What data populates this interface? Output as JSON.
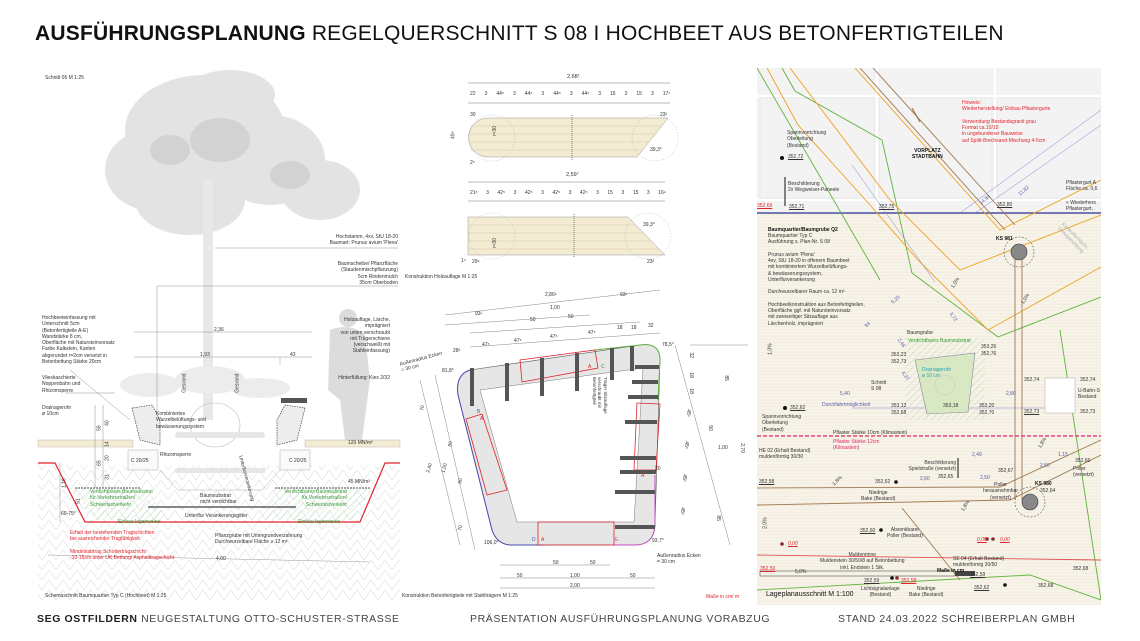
{
  "header": {
    "title_bold": "AUSFÜHRUNGSPLANUNG",
    "title_rest": "REGELQUERSCHNITT S 08  I  HOCHBEET AUS BETONFERTIGTEILEN"
  },
  "footer": {
    "client_bold": "SEG OSTFILDERN",
    "client_rest": "NEUGESTALTUNG OTTO-SCHUSTER-STRASSE",
    "center": "PRÄSENTATION AUSFÜHRUNGSPLANUNG VORABZUG",
    "right": "STAND 24.03.2022 SCHREIBERPLAN GMBH"
  },
  "colors": {
    "hochbeet_plank": "#f3ecd2",
    "substrate_green": "#3a9a3a",
    "warning_red": "#e0242c",
    "plan_bg": "#f7f3e8"
  },
  "section": {
    "heading": "Schnitt 06 M 1:25",
    "caption": "Schemaschnitt Baumquartier Typ C (Hochbeet)     M 1:25",
    "tree": "Hochstamm, 4xv, StU 18-20\nBaumart: Prunus avium 'Plena'",
    "baumscheibe": "Baumscheibe/ Pflanzfläche\n(Staudenmischpflanzung)\n5cm Rindenmulch\n35cm Oberboden",
    "einfassung": "Hochbeeteinfassung mit\nUnterschnitt 5cm\n(Betonfertigteile A-E)\nWandstärke 8 cm,\nOberfläche mit Natursteinvorsatz\nFarbe Kalkstein, Kanten\nabgerundet r=2cm versetzt in\nBetonbettung Stärke 20cm",
    "vlies": "Vlieskaschierte\nNoppenbahn und\nRhizomsperre",
    "drainage": "Drainagerohr\nø 10cm",
    "holzauflage": "Holzauflage, Lärche,\nimprägniert\nvon unten verschraubt\nmit Trägerschiene\n(verschweißt mit\nStahleinfassung)",
    "hinterfuellung": "Hinterfüllung: Kies 2/32",
    "dim_total": "2,36",
    "dim_inner": "1,93",
    "dim_seat": "43",
    "dim_base": "4,00",
    "gesrand": "Gesrand",
    "system": "Kombiniertes\nWurzelbelüftungs- und\nbewässerungssystem",
    "rhizom": "Rhizomsperre",
    "concrete": "C 20/25",
    "load_top": "120 MN/m²",
    "load_bottom": "45 MN/m²",
    "substrate": "Verdichtbares Baumsubstrat\nfür Verkehrsstraßen/\nSchwerlastverkehr",
    "substrate_soft": "Baumsubstrat\nnicht verdichtbar",
    "anchor": "Unterflur Verankerungsgitter",
    "einbau": "Einbau lagenweise",
    "angle": "60-75°",
    "erhalt": "Erhalt der bestehenden Tragschichten\nbei ausreichender Tragfähigkeit",
    "abtrag": "Mindestabtrag Schottertragschicht\n-10-15cm unter UK Bettung/ Asphalttragschicht",
    "pflanzgrube": "Pflanzgrube mit Untergrundverzahnung\nDurchwurzelbare Fläche  ≥ 12 m²",
    "unterflur_vert": "Unterflurverankerung",
    "dims_v": [
      "59",
      "40",
      "14",
      "20",
      "31",
      "65",
      "51",
      "1,16"
    ]
  },
  "holz": {
    "caption": "Konstruktion Holzauflage    M 1:25",
    "top_total": "2,68¹",
    "top_segments": [
      "22",
      "3",
      "44⁵",
      "3",
      "44⁵",
      "3",
      "44⁵",
      "3",
      "44⁵",
      "3",
      "15",
      "3",
      "15",
      "3",
      "17¹"
    ],
    "top_misc": [
      "30",
      "23²",
      "49⁸",
      "2⁵",
      "r=30",
      "39,3°"
    ],
    "bottom_total": "2,59⁷",
    "bottom_segments": [
      "21⁶",
      "3",
      "42⁵",
      "3",
      "42⁵",
      "3",
      "42⁵",
      "3",
      "42⁵",
      "3",
      "15",
      "3",
      "15",
      "3",
      "16⁹"
    ],
    "bottom_misc": [
      "1⁴",
      "29⁹",
      "23²",
      "r=30",
      "39,3°"
    ]
  },
  "beton": {
    "caption": "Konstruktion Betonfertigteile mit Stahlträgern     M 1:25",
    "units": "Maße in cm/ m",
    "top_dims": [
      "2,86²",
      "93¹",
      "1,00",
      "93¹",
      "50",
      "50",
      "28²",
      "47⁵",
      "47⁵",
      "47⁵",
      "47⁵",
      "18",
      "18",
      "32"
    ],
    "right_dims": [
      "2,70",
      "85",
      "1,00",
      "85",
      "32",
      "18",
      "18",
      "45⁵",
      "50",
      "45⁵",
      "45⁵",
      "45⁵",
      "20"
    ],
    "left_dims": [
      "2,40",
      "70",
      "1,00",
      "50",
      "50",
      "70"
    ],
    "bottom_dims": [
      "50",
      "50",
      "50",
      "1,00",
      "50",
      "2,00"
    ],
    "angles": [
      "81,8°",
      "78,5°",
      "106,0°",
      "93,7°"
    ],
    "radius_note": "Außenradius Ecken\n= 30 cm",
    "part_labels": [
      "A",
      "B",
      "C",
      "D",
      "E",
      "A",
      "A",
      "A"
    ],
    "traeger_note": "Träger Sitzauflage\nverschraubt mit\nBetonfertigteil"
  },
  "plan": {
    "caption": "Lageplanausschnitt M 1:100",
    "masse": "Maße in cm",
    "hinweis": "Hinweis:\nWiederherstellung/ Einbau Pflastergurte\n\nVerwendung Bestandsgranit grau\nFormat ca.10/10\nin ungebundener Bauweise\nauf Splitt-Brechsand-Mischung 4-5cm",
    "vorplatz": "VORPLATZ\nSTADTBAHN",
    "spann1": "Spannvorrichtung\nOberleitung\n(Bestand)",
    "beschilderung1": "Beschilderung\n2x Wegweiser-Paneele",
    "pflastergurt": "Pflastergurt A\nFläche ca. 0,6",
    "wiederher": "< Wiederhers\nPflastergurt, ",
    "baumquartier_title": "Baumquartier/Baumgrube Q2",
    "baumquartier": "Baumquartier Typ C\nAusführung s. Plan-Nr. S 08\n\nPrunus avium 'Plena'\n4xv, StU 18-20 in offenem Baumbeet\nmit kombiniertem Wurzelbelüftungs-\n& bewässerungssystem,\nUnterflurverankerung\n\nDurchwurzelbarer Raum ca. 12 m³\n\nHochbeetkonstruktion aus Betonfertigteilen,\nOberfläche ggf. mit Natursteinvorsatz\nmit zweiseitiger Sitzauflage aus\nLärchenholz, imprägniert",
    "ks981": "KS 981",
    "ks980": "KS 980",
    "baumgrube": "Baumgrube",
    "verdichtbar": "Verdichtbares Baumsubstrat",
    "drain": "Drainagerohr\nø 10 cm",
    "schnitt": "Schnitt\nS 08",
    "durchfahrt": "Durchfahrtmöglichkeit",
    "spann2": "Spannvorrichtung\nOberleitung\n(Bestand)",
    "pflaster10": "Pflaster Stärke 10cm (Klimastein)",
    "pflaster12": "Pflaster Stärke 12cm\n(Klimastein)",
    "he02": "HE 02 (Erhalt Bestand)\nmuldenförmig 30/30",
    "beschilderung2": "Beschilderung\nSpielstraße (versetzt)",
    "poller1": "Poller\nherausnehmbar\n(versetzt)",
    "poller2": "Poller\n(versetzt)",
    "bake1": "Niedrige\nBake (Bestand)",
    "absenk": "Absenkbarer\nPoller (Bestand)",
    "mulde": "Muldenrinne\nMuldenstein 30/50/8 auf Betonbettung\ninkl. Endstein 1 Stk.",
    "se04": "SE 04 (Erhalt Bestand)\nmuldenförmig 30/50",
    "lsa": "Lichtsignalanlage\n(Bestand)",
    "bake2": "Niedrige\nBake (Bestand)",
    "ubahn": "U-Bahn-S\nBestand",
    "kontrolle": "Kontrollschacht\nVerlegerichtung",
    "heights": [
      "352,72",
      "352,69",
      "352,71",
      "352,75",
      "352,80",
      "353,23",
      "352,73",
      "353,26",
      "352,76",
      "353,13",
      "352,68",
      "353,18",
      "353,20",
      "352,70",
      "352,74",
      "352,74",
      "352,73",
      "352,73",
      "352,62",
      "352,58",
      "352,62",
      "352,65",
      "352,67",
      "352,66",
      "352,64",
      "352,60",
      "0,00",
      "0,00",
      "0,00",
      "352,50",
      "352,59",
      "352,59",
      "352,58",
      "352,62",
      "352,68",
      "352,68"
    ],
    "dims": [
      "5,40",
      "2,80",
      "5,20",
      "3,72",
      "93",
      "2,46",
      "4,37",
      "2,49",
      "2,50",
      "2,60",
      "1,15",
      "2,50",
      "14,94",
      "11,82"
    ],
    "slopes": [
      "1,0%",
      "1,0%",
      "1,0%",
      "1,8%",
      "1,8%",
      "1,8%",
      "2,0%",
      "5,0%"
    ]
  }
}
